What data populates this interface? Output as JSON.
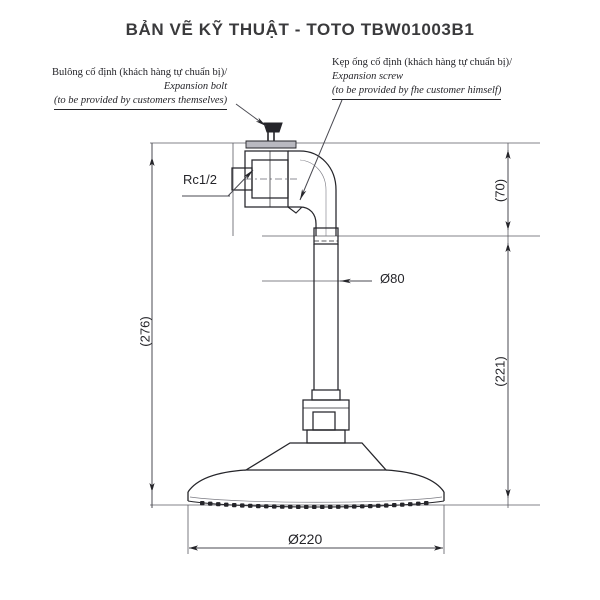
{
  "title": "BẢN VẼ KỸ THUẬT - TOTO TBW01003B1",
  "annotations": {
    "left": {
      "line1": "Bulông cố định (khách hàng tự chuẩn bị)/",
      "line2": "Expansion bolt",
      "line3": "(to be provided by customers themselves)"
    },
    "right": {
      "line1": "Kẹp ống cố định (khách hàng tự chuẩn bị)/",
      "line2": "Expansion screw",
      "line3": "(to be provided by fhe customer himself)"
    }
  },
  "dimensions": {
    "thread": "Rc1/2",
    "height_total": "(276)",
    "height_offset": "(70)",
    "height_drop": "(221)",
    "dia_arm": "Ø80",
    "dia_head": "Ø220"
  },
  "colors": {
    "line": "#25252a",
    "title": "#3a3a3c",
    "dimension": "#4a4a52",
    "background": "#ffffff"
  }
}
